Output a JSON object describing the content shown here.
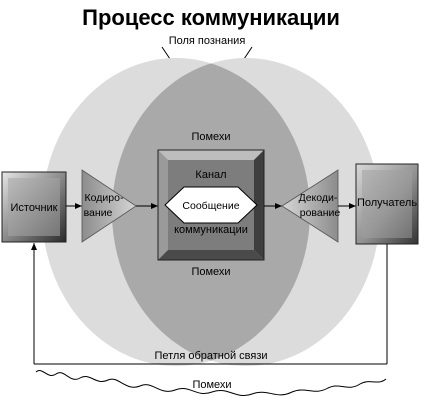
{
  "title": "Процесс коммуникации",
  "fields_label": "Поля познания",
  "noise_top": "Помехи",
  "noise_bottom": "Помехи",
  "source": "Источник",
  "encoding": [
    "Кодиро-",
    "вание"
  ],
  "channel": {
    "title": "Канал",
    "message": "Сообщение",
    "subtitle": "коммуникации"
  },
  "decoding": [
    "Декоди-",
    "рование"
  ],
  "receiver": "Получатель",
  "feedback": "Петля обратной связи",
  "noise_wave": "Помехи"
}
